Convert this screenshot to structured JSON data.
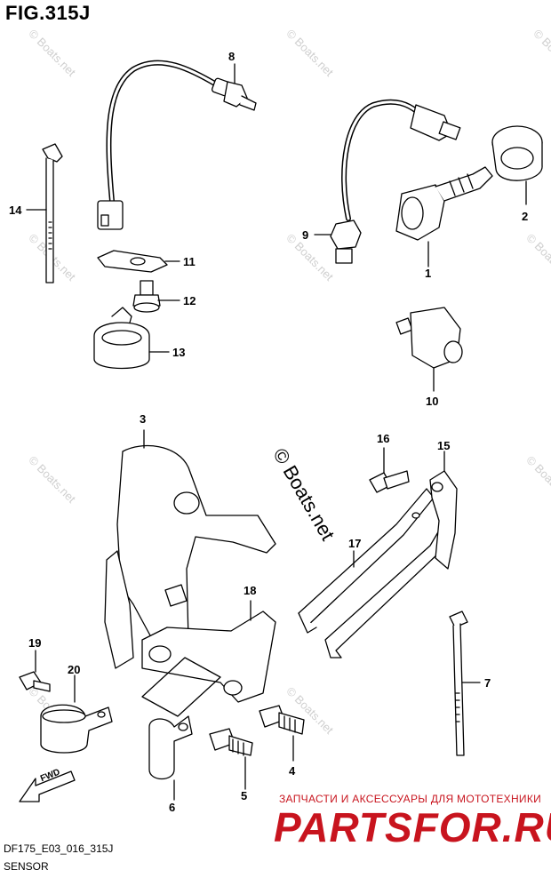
{
  "figure": {
    "title": "FIG.315J"
  },
  "footer": {
    "code": "DF175_E03_016_315J",
    "name": "SENSOR"
  },
  "watermarks": {
    "small": "© Boats.net",
    "big": "© Boats.net"
  },
  "shop": {
    "tagline": "ЗАПЧАСТИ И АКСЕССУАРЫ ДЛЯ МОТОТЕХНИКИ",
    "brand": "PARTSFOR.RU",
    "color": "#c8141e"
  },
  "arrow": {
    "label": "FWD"
  },
  "callouts": {
    "c1": "1",
    "c2": "2",
    "c3": "3",
    "c4": "4",
    "c5": "5",
    "c6": "6",
    "c7": "7",
    "c8": "8",
    "c9": "9",
    "c10": "10",
    "c11": "11",
    "c12": "12",
    "c13": "13",
    "c14": "14",
    "c15": "15",
    "c16": "16",
    "c17": "17",
    "c18": "18",
    "c19": "19",
    "c20": "20"
  }
}
